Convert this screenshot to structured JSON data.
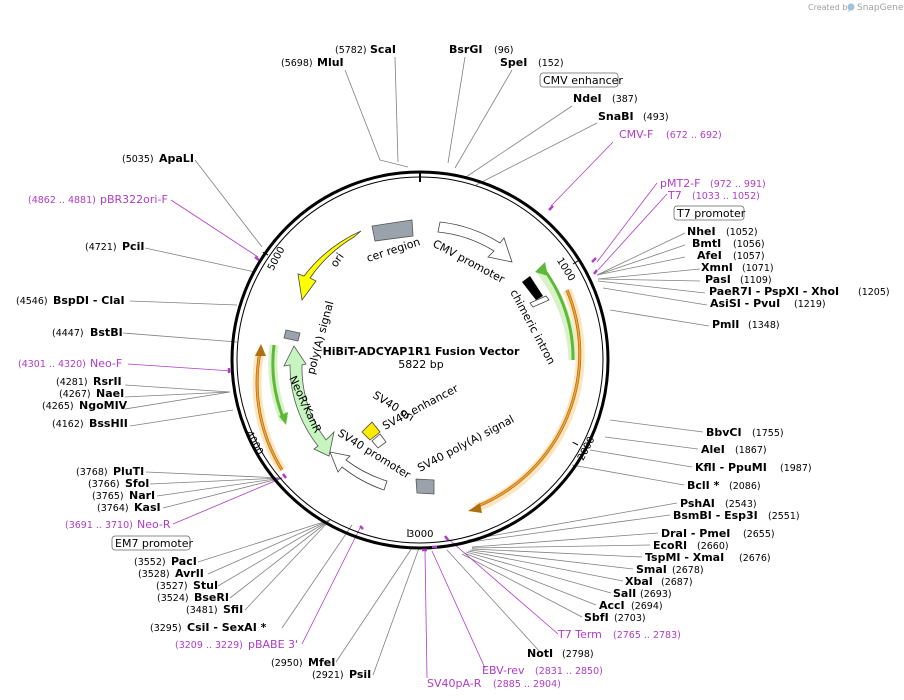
{
  "credit": {
    "created_by": "Created by",
    "brand": "SnapGene"
  },
  "plasmid": {
    "name": "HiBiT-ADCYAP1R1 Fusion Vector",
    "size": "5822 bp",
    "length": 5822
  },
  "ticks": [
    "1000",
    "2000",
    "3000",
    "4000",
    "5000"
  ],
  "boxed_features": [
    {
      "label": "CMV enhancer"
    },
    {
      "label": "T7 promoter"
    },
    {
      "label": "EM7 promoter"
    }
  ],
  "sites": [
    {
      "name": "ScaI",
      "pos": "(5782)"
    },
    {
      "name": "MluI",
      "pos": "(5698)"
    },
    {
      "name": "BsrGI",
      "pos": "(96)"
    },
    {
      "name": "SpeI",
      "pos": "(152)"
    },
    {
      "name": "NdeI",
      "pos": "(387)"
    },
    {
      "name": "SnaBI",
      "pos": "(493)"
    },
    {
      "name": "ApaLI",
      "pos": "(5035)"
    },
    {
      "name": "PciI",
      "pos": "(4721)"
    },
    {
      "name": "BspDI  - ClaI",
      "pos": "(4546)"
    },
    {
      "name": "BstBI",
      "pos": "(4447)"
    },
    {
      "name": "RsrII",
      "pos": "(4281)"
    },
    {
      "name": "NaeI",
      "pos": "(4267)"
    },
    {
      "name": "NgoMIV",
      "pos": "(4265)"
    },
    {
      "name": "BssHII",
      "pos": "(4162)"
    },
    {
      "name": "NheI",
      "pos": "(1052)"
    },
    {
      "name": "BmtI",
      "pos": "(1056)"
    },
    {
      "name": "AfeI",
      "pos": "(1057)"
    },
    {
      "name": "XmnI",
      "pos": "(1071)"
    },
    {
      "name": "PasI",
      "pos": "(1109)"
    },
    {
      "name": "PaeR7I  - PspXI  - XhoI",
      "pos": "(1205)"
    },
    {
      "name": "AsiSI  - PvuI",
      "pos": "(1219)"
    },
    {
      "name": "PmlI",
      "pos": "(1348)"
    },
    {
      "name": "BbvCI",
      "pos": "(1755)"
    },
    {
      "name": "AleI",
      "pos": "(1867)"
    },
    {
      "name": "KflI  - PpuMI",
      "pos": "(1987)"
    },
    {
      "name": "BclI *",
      "pos": "(2086)"
    },
    {
      "name": "PshAI",
      "pos": "(2543)"
    },
    {
      "name": "BsmBI  - Esp3I",
      "pos": "(2551)"
    },
    {
      "name": "DraI  - PmeI",
      "pos": "(2655)"
    },
    {
      "name": "EcoRI",
      "pos": "(2660)"
    },
    {
      "name": "TspMI  - XmaI",
      "pos": "(2676)"
    },
    {
      "name": "SmaI",
      "pos": "(2678)"
    },
    {
      "name": "XbaI",
      "pos": "(2687)"
    },
    {
      "name": "SalI",
      "pos": "(2693)"
    },
    {
      "name": "AccI",
      "pos": "(2694)"
    },
    {
      "name": "SbfI",
      "pos": "(2703)"
    },
    {
      "name": "NotI",
      "pos": "(2798)"
    },
    {
      "name": "PluTI",
      "pos": "(3768)"
    },
    {
      "name": "SfoI",
      "pos": "(3766)"
    },
    {
      "name": "NarI",
      "pos": "(3765)"
    },
    {
      "name": "KasI",
      "pos": "(3764)"
    },
    {
      "name": "PacI",
      "pos": "(3552)"
    },
    {
      "name": "AvrII",
      "pos": "(3528)"
    },
    {
      "name": "StuI",
      "pos": "(3527)"
    },
    {
      "name": "BseRI",
      "pos": "(3524)"
    },
    {
      "name": "SfiI",
      "pos": "(3481)"
    },
    {
      "name": "CsiI  - SexAI *",
      "pos": "(3295)"
    },
    {
      "name": "MfeI",
      "pos": "(2950)"
    },
    {
      "name": "PsiI",
      "pos": "(2921)"
    }
  ],
  "primers": [
    {
      "name": "CMV-F",
      "pos": "(672 .. 692)"
    },
    {
      "name": "pMT2-F",
      "pos": "(972 .. 991)"
    },
    {
      "name": "T7",
      "pos": "(1033 .. 1052)"
    },
    {
      "name": "pBR322ori-F",
      "pos": "(4862 .. 4881)"
    },
    {
      "name": "Neo-F",
      "pos": "(4301 .. 4320)"
    },
    {
      "name": "Neo-R",
      "pos": "(3691 .. 3710)"
    },
    {
      "name": "pBABE 3'",
      "pos": "(3209 .. 3229)"
    },
    {
      "name": "T7 Term",
      "pos": "(2765 .. 2783)"
    },
    {
      "name": "EBV-rev",
      "pos": "(2831 .. 2850)"
    },
    {
      "name": "SV40pA-R",
      "pos": "(2885 .. 2904)"
    }
  ],
  "features": [
    {
      "label": "ori"
    },
    {
      "label": "cer region"
    },
    {
      "label": "CMV promoter"
    },
    {
      "label": "chimeric intron"
    },
    {
      "label": "poly(A) signal"
    },
    {
      "label": "NeoR/KanR"
    },
    {
      "label": "SV40 ori"
    },
    {
      "label": "SV40 enhancer"
    },
    {
      "label": "SV40 promoter"
    },
    {
      "label": "SV40 poly(A) signal"
    }
  ],
  "colors": {
    "backbone": "#000000",
    "primer": "#b03cc8",
    "ori": "#ffff00",
    "cer_region": "#9aa3ab",
    "promoter": "#ffffff",
    "cds": "#f2a33a",
    "cds_glow": "#fde6bf",
    "marker": "#60b838",
    "marker_glow": "#d6f2c6",
    "neo": "#c6f5c0",
    "polya": "#9aa3ab",
    "sv40_ori": "#ffea00",
    "guide": "#808080"
  }
}
